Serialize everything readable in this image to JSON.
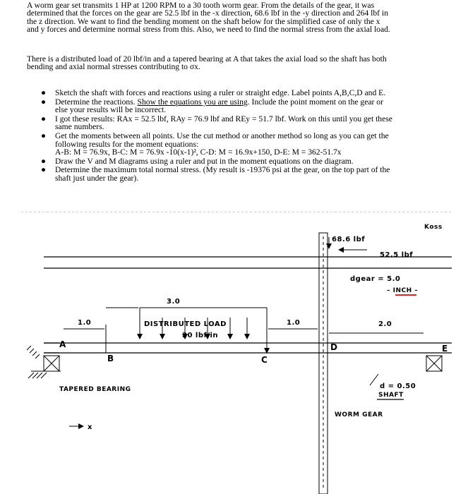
{
  "problem": {
    "paragraph1": [
      "A worm gear set transmits 1 HP at 1200 RPM to a 30 tooth  worm gear.  From the details of the gear, it was",
      "determined that the forces on the gear are 52.5 lbf in the -x direction, 68.6 lbf in the -y direction and 264 lbf in",
      "the z direction.  We want to find the bending moment on the shaft below for the simplified case of only the x",
      "and y forces and determine normal stress from this.  Also, we need to find the normal stress from the axial load."
    ],
    "paragraph2": [
      "There is a distributed load of 20 lbf/in and a tapered bearing at A that takes the axial load so the shaft has both",
      "bending and axial normal stresses contributing to σx."
    ],
    "bullets": [
      {
        "lines": [
          "Sketch the shaft with forces and reactions using a ruler or straight edge. Label points A,B,C,D and E."
        ]
      },
      {
        "pre": "Determine the reactions.  ",
        "underlined": "Show the equations you are using",
        "post": ". Include the point moment on the gear or",
        "cont": [
          "else your results will be incorrect."
        ]
      },
      {
        "lines": [
          "I got these results: RAx = 52.5 lbf, RAy = 76.9 lbf and REy = 51.7 lbf.  Work on this until you get these",
          "same numbers."
        ]
      },
      {
        "lines": [
          "Get the moments between all points.  Use the cut method or another method so long as you can get the",
          "following results for the moment equations:",
          "A-B: M = 76.9x, B-C: M = 76.9x -10(x-1)², C-D: M = 16.9x+150, D-E: M = 362-51.7x"
        ]
      },
      {
        "lines": [
          "Draw the V and M diagrams using a ruler and put in the moment equations on the diagram."
        ]
      },
      {
        "lines": [
          "Determine the maximum total normal stress.  (My result is -19376 psi at the gear, on the top part of the",
          "shaft just under the gear)."
        ]
      }
    ]
  },
  "sketch": {
    "initials": "Koss",
    "gear_force_y": "68.6 lbf",
    "gear_force_x": "52.5 lbf",
    "gear_diameter": "dgear = 5.0",
    "gear_diameter_unit": "– INCH –",
    "dim_ab": "1.0",
    "dim_bc": "3.0",
    "dim_cd": "1.0",
    "dim_de": "2.0",
    "load_title": "DISTRIBUTED LOAD",
    "load_value": "20 lbf/in",
    "label_a": "A",
    "label_b": "B",
    "label_c": "C",
    "label_d": "D",
    "label_e": "E",
    "bearing_label": "TAPERED BEARING",
    "shaft_diameter": "d = 0.50",
    "shaft_label": "SHAFT",
    "worm_gear_label": "WORM GEAR",
    "x_axis_label": "x"
  }
}
